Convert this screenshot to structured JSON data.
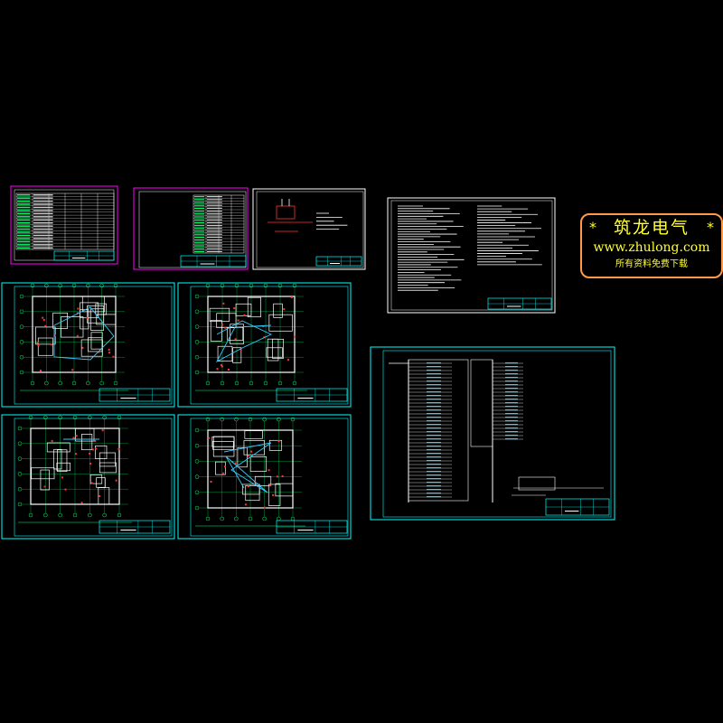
{
  "watermark": {
    "title": "筑龙电气",
    "url": "www.zhulong.com",
    "note": "所有资料免费下载",
    "star": "*"
  },
  "colors": {
    "background": "#000000",
    "frame_cyan": "#00ffff",
    "frame_magenta": "#ff00ff",
    "frame_white": "#ffffff",
    "wall_white": "#ffffff",
    "grid_green": "#00ff66",
    "wire_cyan": "#33ccff",
    "watermark_text": "#ffff33",
    "watermark_border": "#ff9a4a"
  },
  "sheets": [
    {
      "name": "legend-table-sheet-1",
      "frame": "magenta",
      "kind": "table"
    },
    {
      "name": "legend-table-sheet-2",
      "frame": "magenta",
      "kind": "table"
    },
    {
      "name": "detail-drawing-sheet",
      "frame": "white",
      "kind": "detail"
    },
    {
      "name": "design-notes-sheet",
      "frame": "white",
      "kind": "notes"
    },
    {
      "name": "floor-plan-sheet-1",
      "frame": "cyan",
      "kind": "plan"
    },
    {
      "name": "floor-plan-sheet-2",
      "frame": "cyan",
      "kind": "plan"
    },
    {
      "name": "floor-plan-sheet-3",
      "frame": "cyan",
      "kind": "plan"
    },
    {
      "name": "floor-plan-sheet-4",
      "frame": "cyan",
      "kind": "plan"
    },
    {
      "name": "system-diagram-sheet",
      "frame": "cyan",
      "kind": "system"
    }
  ]
}
